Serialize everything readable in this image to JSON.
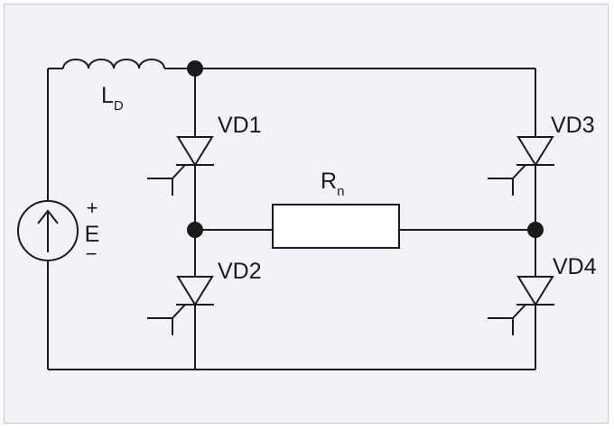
{
  "diagram": {
    "labels": {
      "inductor_main": "L",
      "inductor_sub": "D",
      "resistor_main": "R",
      "resistor_sub": "n",
      "source_plus": "+",
      "source_name": "E",
      "source_minus": "−",
      "vd1": "VD1",
      "vd2": "VD2",
      "vd3": "VD3",
      "vd4": "VD4"
    },
    "colors": {
      "background": "#f3f2f8",
      "stroke": "#1a1a1a",
      "resistor_fill": "#ffffff"
    }
  }
}
